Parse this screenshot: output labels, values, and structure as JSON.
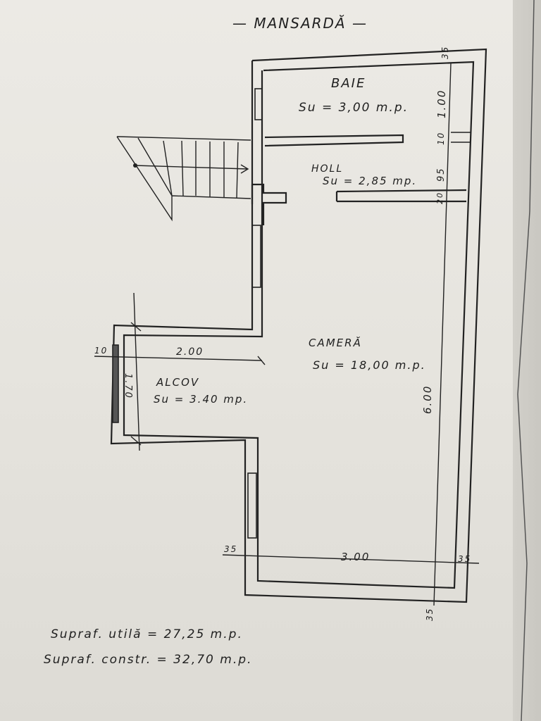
{
  "plan": {
    "title": "— MANSARDĂ —",
    "rooms": [
      {
        "name": "BAIE",
        "area": "Su = 3,00 m.p."
      },
      {
        "name": "HOLL",
        "area": "Su = 2,85 mp."
      },
      {
        "name": "CAMERĂ",
        "area": "Su = 18,00 m.p."
      },
      {
        "name": "ALCOV",
        "area": "Su = 3.40 mp."
      }
    ],
    "dimensions": {
      "top_wall": "35",
      "baie_depth": "1.00",
      "partition": "10",
      "holl_depth": "95",
      "holl_wall": "20",
      "camera_length": "6.00",
      "alcov_width": "2.00",
      "alcov_depth": "1.70",
      "alcov_wall": "10",
      "camera_width": "3.00",
      "left_wall": "35",
      "right_wall": "35",
      "bottom_wall": "35"
    },
    "totals": {
      "useful": "Supraf. utilă = 27,25 m.p.",
      "built": "Supraf. constr. = 32,70 m.p."
    }
  }
}
